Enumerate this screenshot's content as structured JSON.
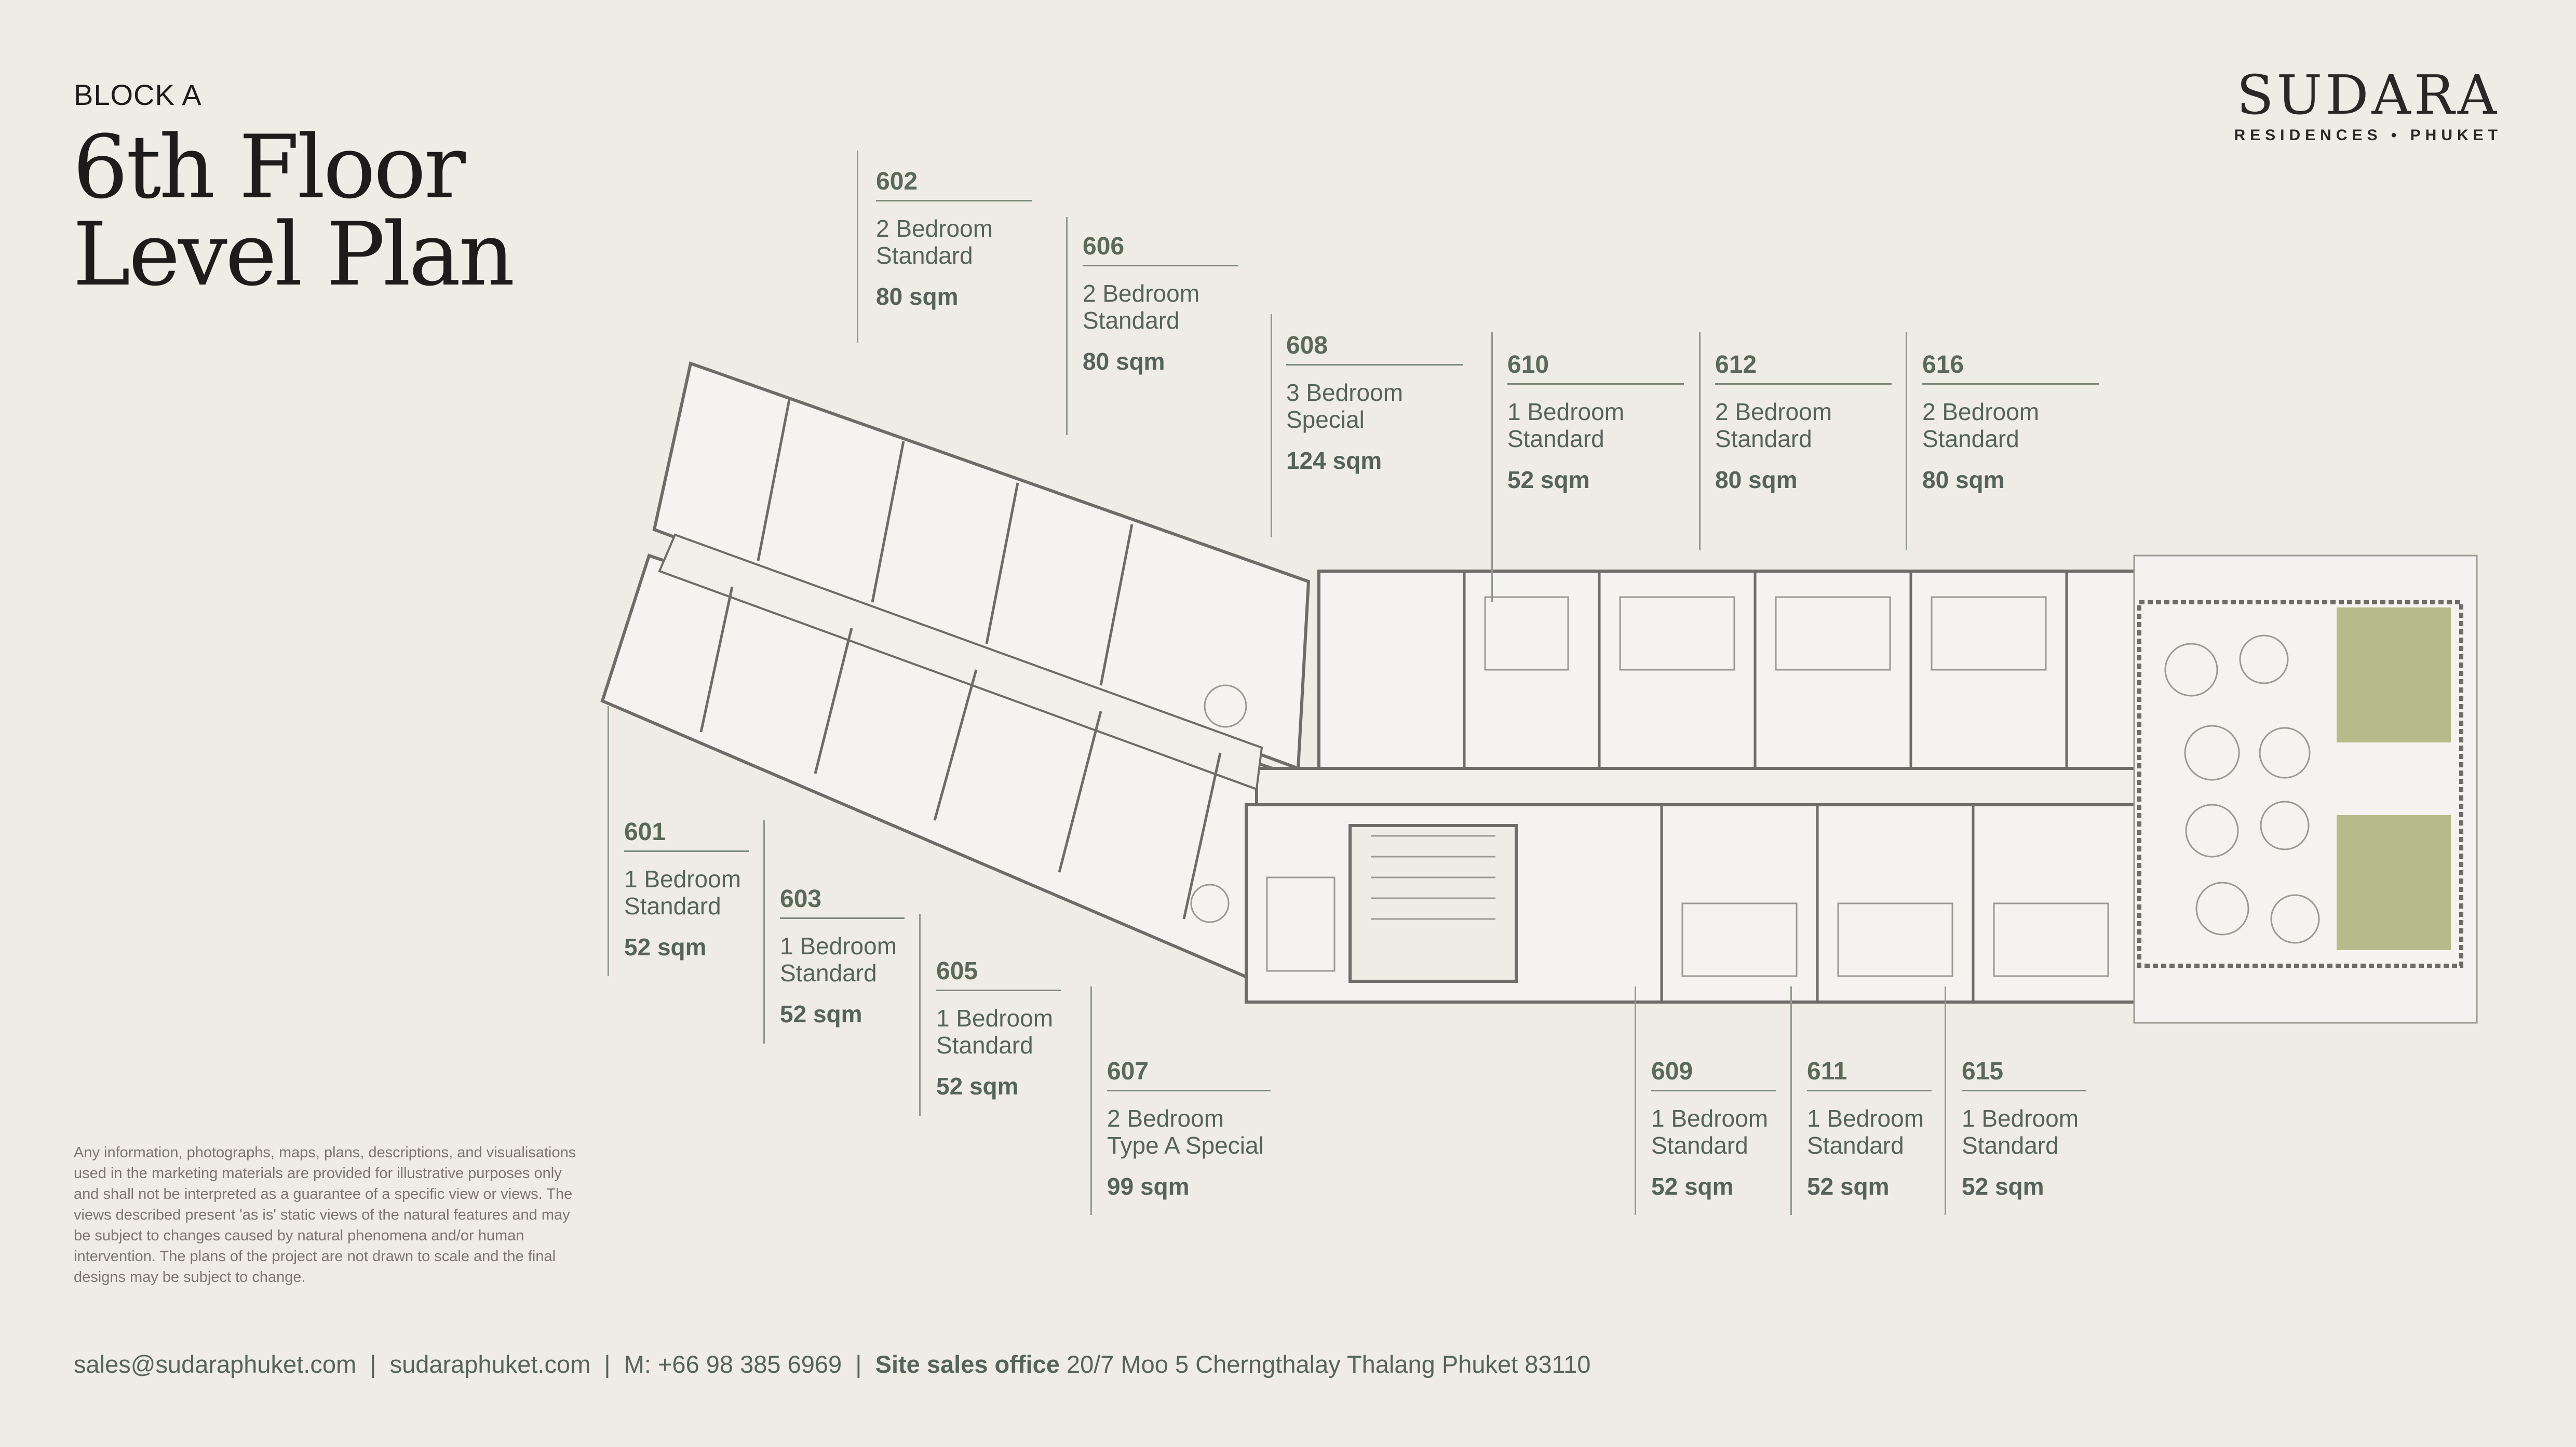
{
  "header": {
    "block": "BLOCK A",
    "title_line1": "6th Floor",
    "title_line2": "Level Plan"
  },
  "logo": {
    "name": "SUDARA",
    "sub": "RESIDENCES • PHUKET"
  },
  "units": [
    {
      "id": "602",
      "num": "602",
      "type1": "2 Bedroom",
      "type2": "Standard",
      "area": "80 sqm"
    },
    {
      "id": "606",
      "num": "606",
      "type1": "2 Bedroom",
      "type2": "Standard",
      "area": "80 sqm"
    },
    {
      "id": "608",
      "num": "608",
      "type1": "3 Bedroom",
      "type2": "Special",
      "area": "124 sqm"
    },
    {
      "id": "610",
      "num": "610",
      "type1": "1 Bedroom",
      "type2": "Standard",
      "area": "52 sqm"
    },
    {
      "id": "612",
      "num": "612",
      "type1": "2 Bedroom",
      "type2": "Standard",
      "area": "80 sqm"
    },
    {
      "id": "616",
      "num": "616",
      "type1": "2 Bedroom",
      "type2": "Standard",
      "area": "80 sqm"
    },
    {
      "id": "601",
      "num": "601",
      "type1": "1 Bedroom",
      "type2": "Standard",
      "area": "52 sqm"
    },
    {
      "id": "603",
      "num": "603",
      "type1": "1 Bedroom",
      "type2": "Standard",
      "area": "52 sqm"
    },
    {
      "id": "605",
      "num": "605",
      "type1": "1 Bedroom",
      "type2": "Standard",
      "area": "52 sqm"
    },
    {
      "id": "607",
      "num": "607",
      "type1": "2 Bedroom",
      "type2": "Type A Special",
      "area": "99 sqm"
    },
    {
      "id": "609",
      "num": "609",
      "type1": "1 Bedroom",
      "type2": "Standard",
      "area": "52 sqm"
    },
    {
      "id": "611",
      "num": "611",
      "type1": "1 Bedroom",
      "type2": "Standard",
      "area": "52 sqm"
    },
    {
      "id": "615",
      "num": "615",
      "type1": "1 Bedroom",
      "type2": "Standard",
      "area": "52 sqm"
    }
  ],
  "disclaimer": "Any information, photographs, maps, plans, descriptions,  and visualisations used in the marketing materials are provided for illustrative purposes only and shall not be interpreted as a guarantee of a specific view or views. The views described present 'as is' static views of the natural features and may be subject to changes caused by natural phenomena and/or human intervention. The plans of the project are not drawn to scale and the final designs may be subject to change.",
  "footer": {
    "email": "sales@sudaraphuket.com",
    "web": "sudaraphuket.com",
    "phone": "M: +66 98 385 6969",
    "office_label": "Site sales office",
    "office_address": "20/7 Moo 5 Cherngthalay Thalang Phuket 83110",
    "sep": "|"
  },
  "colors": {
    "background": "#efebe5",
    "accent": "#55645a",
    "lawn": "#b7bb8c"
  }
}
